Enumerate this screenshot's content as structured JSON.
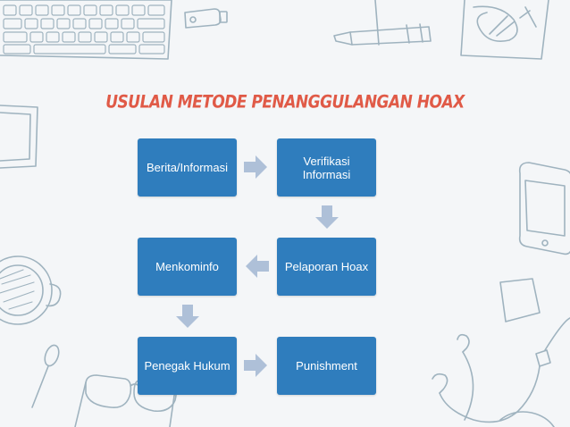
{
  "title": "USULAN METODE PENANGGULANGAN HOAX",
  "boxes": {
    "berita": "Berita/Informasi",
    "verifikasi": "Verifikasi\nInformasi",
    "pelaporan": "Pelaporan Hoax",
    "menkominfo": "Menkominfo",
    "penegak": "Penegak Hukum",
    "punishment": "Punishment"
  },
  "colors": {
    "title": "#e05a47",
    "box": "#2f7dbd",
    "arrow": "#aec0d8",
    "sketch": "#9fb3bf"
  },
  "icons": [
    "keyboard-icon",
    "usb-drive-icon",
    "pen-icon",
    "notebook-icon",
    "tablet-icon",
    "phone-icon",
    "coffee-cup-icon",
    "spoon-icon",
    "glasses-icon",
    "earphones-icon",
    "sticky-note-icon"
  ]
}
